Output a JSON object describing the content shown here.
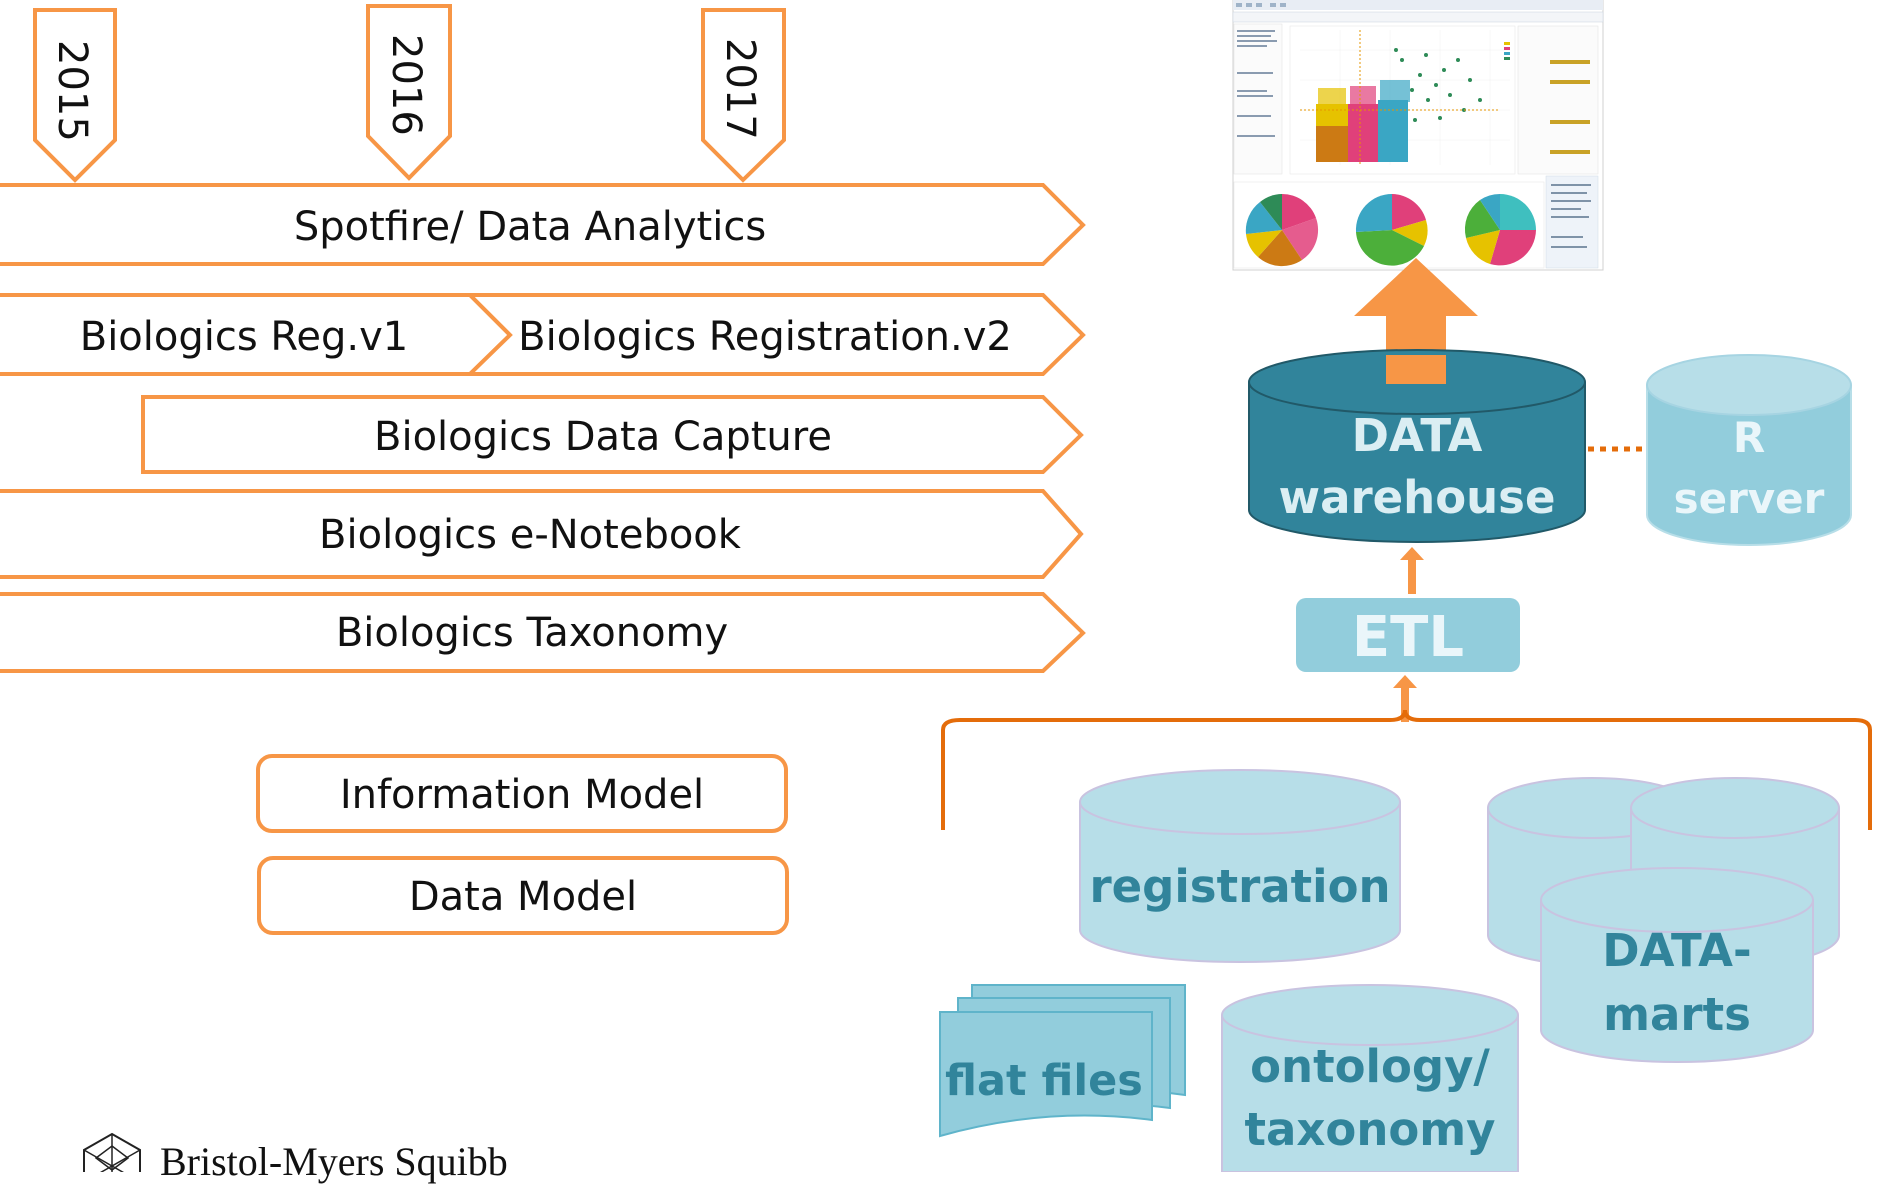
{
  "timeline": {
    "years": [
      "2015",
      "2016",
      "2017"
    ],
    "projects": {
      "spotfire": "Spotfire/ Data Analytics",
      "reg_v1": "Biologics Reg.v1",
      "reg_v2": "Biologics Registration.v2",
      "data_capture": "Biologics Data Capture",
      "enotebook": "Biologics e-Notebook",
      "taxonomy": "Biologics Taxonomy"
    },
    "models": {
      "information": "Information Model",
      "data": "Data Model"
    }
  },
  "architecture": {
    "warehouse": [
      "DATA",
      "warehouse"
    ],
    "r_server": [
      "R",
      "server"
    ],
    "etl": "ETL",
    "sources": {
      "registration": "registration",
      "flat_files": "flat files",
      "ontology": [
        "ontology/",
        "taxonomy"
      ],
      "datamarts": [
        "DATA-",
        "marts"
      ]
    }
  },
  "logo": {
    "company": "Bristol-Myers Squibb"
  },
  "colors": {
    "accent_orange": "#f79646",
    "orange_dark": "#e46c0a",
    "warehouse_teal": "#31849b",
    "light_blue": "#92cddc",
    "light_blue_fill": "#b7dee8",
    "text_light": "#dbeef3",
    "text_teal": "#31849b"
  }
}
